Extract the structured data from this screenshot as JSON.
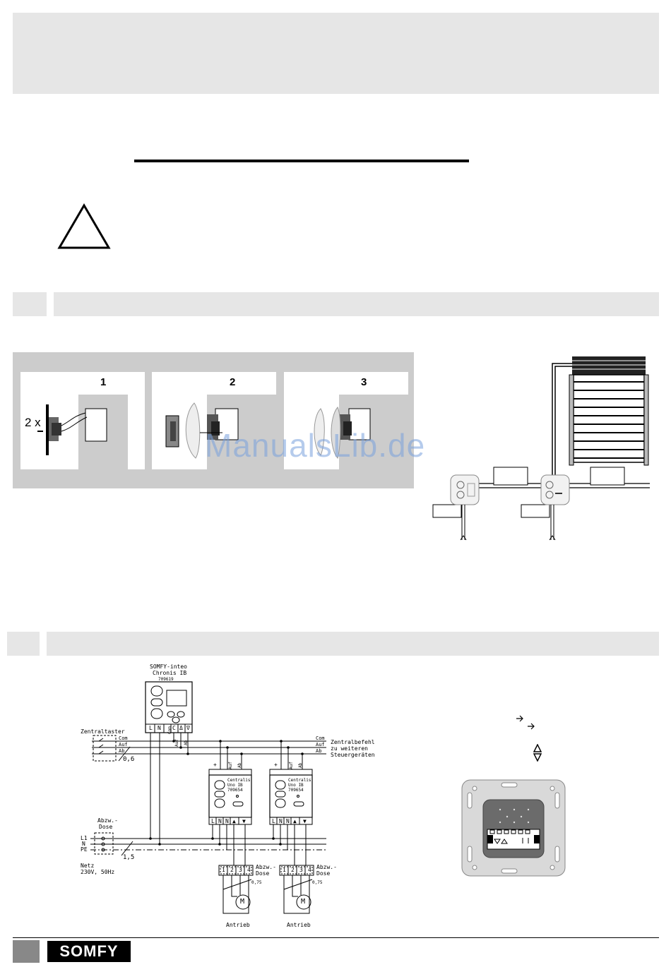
{
  "watermark": "ManualsLib.de",
  "install_steps": {
    "step1": "1",
    "step2": "2",
    "step3": "3",
    "screw_count": "2 x"
  },
  "wiring": {
    "timer_title_1": "SOMFY-inteo",
    "timer_title_2": "Chronis IB",
    "timer_code": "709619",
    "timer_terminals": [
      "L",
      "N",
      "C",
      "Δ",
      "∇"
    ],
    "timer_terminal_labels": [
      "Com",
      "Auf",
      "Ab"
    ],
    "central_switch": "Zentraltaster",
    "bus_labels": [
      "Com",
      "Auf",
      "Ab"
    ],
    "central_command_1": "Zentralbefehl",
    "central_command_2": "zu weiteren",
    "central_command_3": "Steuergeräten",
    "cable_small": "0,6",
    "unit_name_1": "Centralis",
    "unit_name_2": "Uno IB",
    "unit_code": "709654",
    "unit_terminals": [
      "L",
      "N",
      "N",
      "▲",
      "▼"
    ],
    "unit_top_labels": [
      "+",
      "Auf",
      "Ab"
    ],
    "junction_1": "Abzw.-",
    "junction_2": "Dose",
    "mains_labels": [
      "L1",
      "N",
      "PE"
    ],
    "cable_large": "1,5",
    "mains_1": "Netz",
    "mains_2": "230V, 50Hz",
    "motor_terminals": [
      "1",
      "2",
      "3",
      "4"
    ],
    "cable_motor": "0,75",
    "motor_symbol": "M",
    "drive": "Antrieb"
  },
  "logo": "SOMFY",
  "colors": {
    "header_grey": "#e6e6e6",
    "panel_grey": "#cccccc",
    "watermark": "#78a0dc"
  }
}
